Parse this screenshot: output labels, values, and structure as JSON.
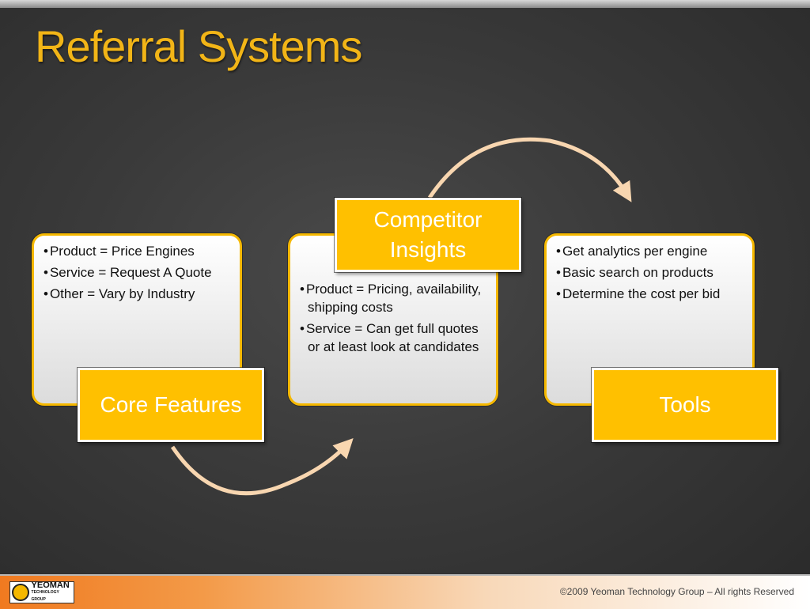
{
  "slide": {
    "title": "Referral Systems"
  },
  "stages": [
    {
      "label": "Core Features",
      "bullets": [
        "Product = Price Engines",
        "Service = Request A Quote",
        "Other = Vary by Industry"
      ]
    },
    {
      "label": "Competitor Insights",
      "bullets": [
        "Product = Pricing, availability, shipping costs",
        "Service = Can get full quotes or at least look at candidates"
      ]
    },
    {
      "label": "Tools",
      "bullets": [
        "Get analytics per engine",
        "Basic search on products",
        "Determine the cost per bid"
      ]
    }
  ],
  "footer": {
    "logo_name": "YEOMAN",
    "logo_sub": "TECHNOLOGY GROUP",
    "copyright": "©2009 Yeoman Technology Group – All rights Reserved"
  },
  "colors": {
    "accent": "#ffc000",
    "panel_border": "#f5b800",
    "title": "#f2b517",
    "arrow": "#f8d6b0",
    "footer_orange": "#f07a20"
  }
}
